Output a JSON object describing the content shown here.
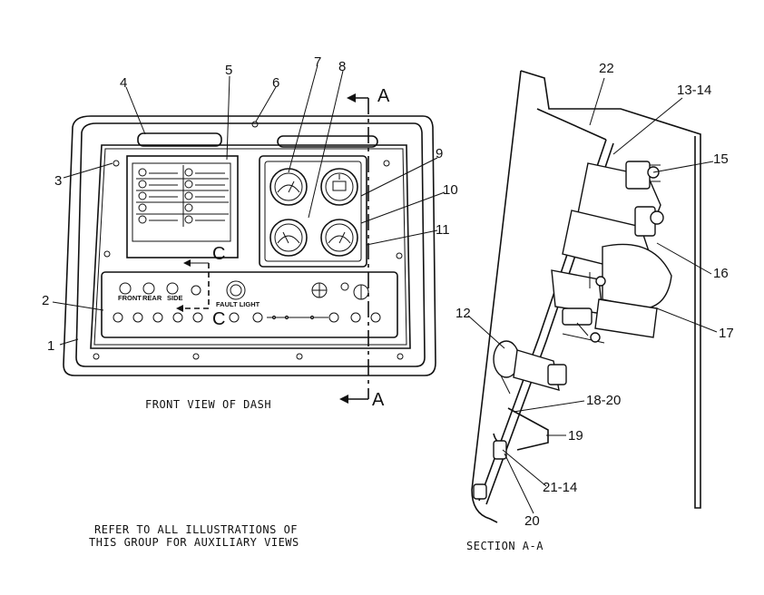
{
  "callouts": {
    "c1": "1",
    "c2": "2",
    "c3": "3",
    "c4": "4",
    "c5": "5",
    "c6": "6",
    "c7": "7",
    "c8": "8",
    "c9": "9",
    "c10": "10",
    "c11": "11",
    "c12": "12",
    "c13_14": "13-14",
    "c15": "15",
    "c16": "16",
    "c17": "17",
    "c18_20": "18-20",
    "c19": "19",
    "c20": "20",
    "c21_14": "21-14",
    "c22": "22"
  },
  "section_marks": {
    "a_top": "A",
    "a_bottom": "A",
    "c_upper": "C",
    "c_lower": "C"
  },
  "captions": {
    "front_view": "FRONT VIEW OF DASH",
    "section": "SECTION A-A",
    "refer_line1": "REFER TO ALL ILLUSTRATIONS OF",
    "refer_line2": "THIS GROUP FOR AUXILIARY VIEWS"
  },
  "panel_labels": {
    "front": "FRONT",
    "rear": "REAR",
    "side": "SIDE",
    "fault_light": "FAULT LIGHT"
  }
}
